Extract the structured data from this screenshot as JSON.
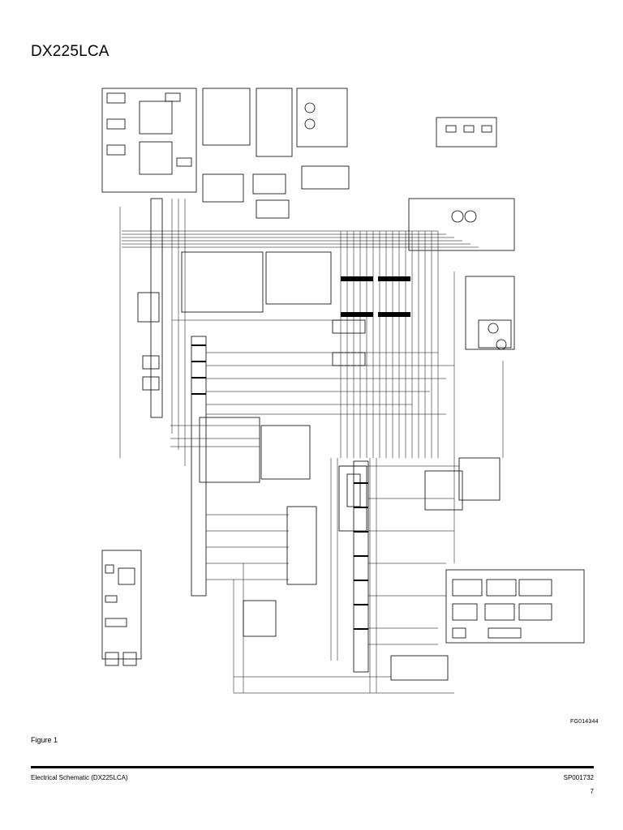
{
  "document": {
    "title": "DX225LCA",
    "figure_code": "FG014344",
    "figure_label": "Figure 1",
    "footer_left": "Electrical Schematic (DX225LCA)",
    "footer_right": "SP001732",
    "page_number": "7"
  }
}
